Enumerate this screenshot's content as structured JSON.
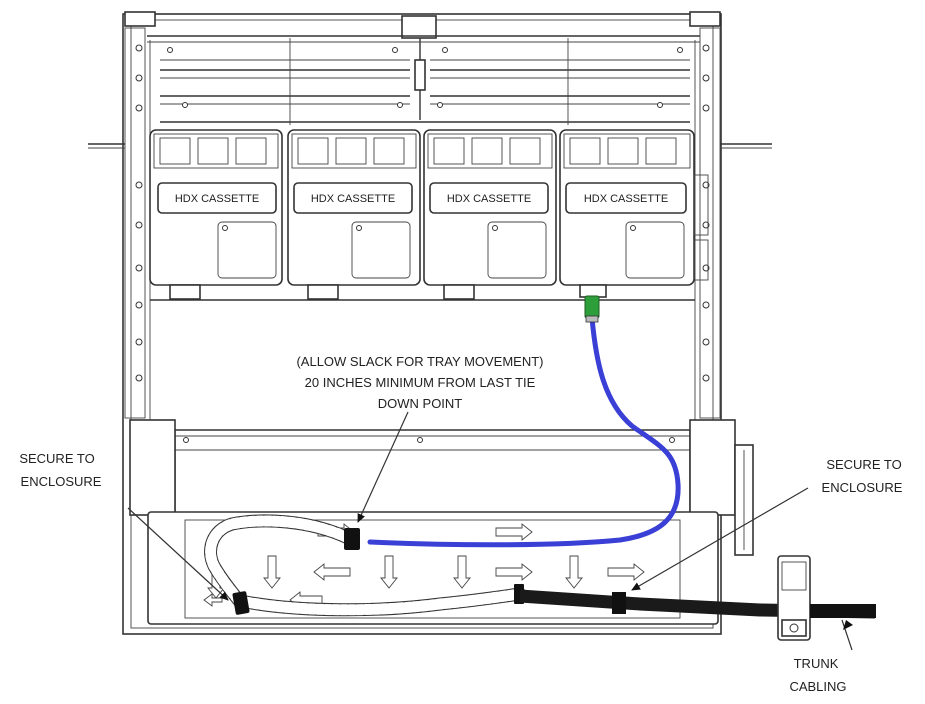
{
  "cassettes": [
    {
      "label": "HDX CASSETTE"
    },
    {
      "label": "HDX CASSETTE"
    },
    {
      "label": "HDX CASSETTE"
    },
    {
      "label": "HDX CASSETTE"
    }
  ],
  "callouts": {
    "slack_line1": "(ALLOW SLACK FOR TRAY MOVEMENT)",
    "slack_line2": "20 INCHES MINIMUM FROM LAST TIE",
    "slack_line3": "DOWN POINT",
    "secure_left_line1": "SECURE TO",
    "secure_left_line2": "ENCLOSURE",
    "secure_right_line1": "SECURE TO",
    "secure_right_line2": "ENCLOSURE",
    "trunk_line1": "TRUNK",
    "trunk_line2": "CABLING"
  },
  "colors": {
    "blue_cable": "#3a3fd6",
    "connector_green": "#2e9e3a",
    "trunk_cable": "#1a1a1a",
    "line": "#333333"
  }
}
